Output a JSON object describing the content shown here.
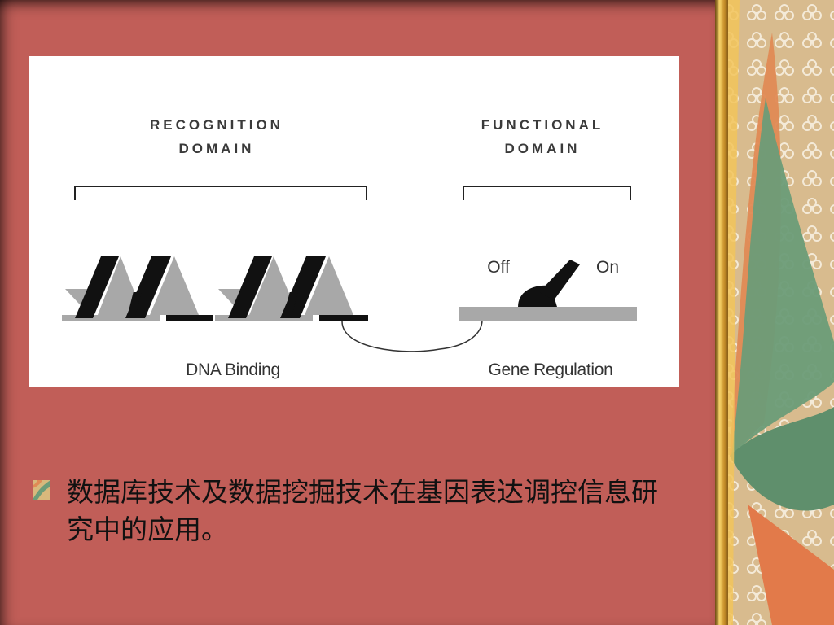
{
  "diagram": {
    "recognition_domain": {
      "line1": "RECOGNITION",
      "line2": "DOMAIN"
    },
    "functional_domain": {
      "line1": "FUNCTIONAL",
      "line2": "DOMAIN"
    },
    "dna_binding_caption": "DNA Binding",
    "gene_regulation_caption": "Gene Regulation",
    "switch_off_label": "Off",
    "switch_on_label": "On"
  },
  "bullet": {
    "text": "数据库技术及数据挖掘技术在基因表达调控信息研究中的应用。"
  },
  "colors": {
    "slide_background": "#c15e58",
    "panel_background": "#ffffff",
    "dna_black": "#111111",
    "dna_gray": "#a8a8a8",
    "side_gold": "#e0b44a",
    "side_green": "#6fa07a",
    "side_orange": "#e8905a"
  }
}
